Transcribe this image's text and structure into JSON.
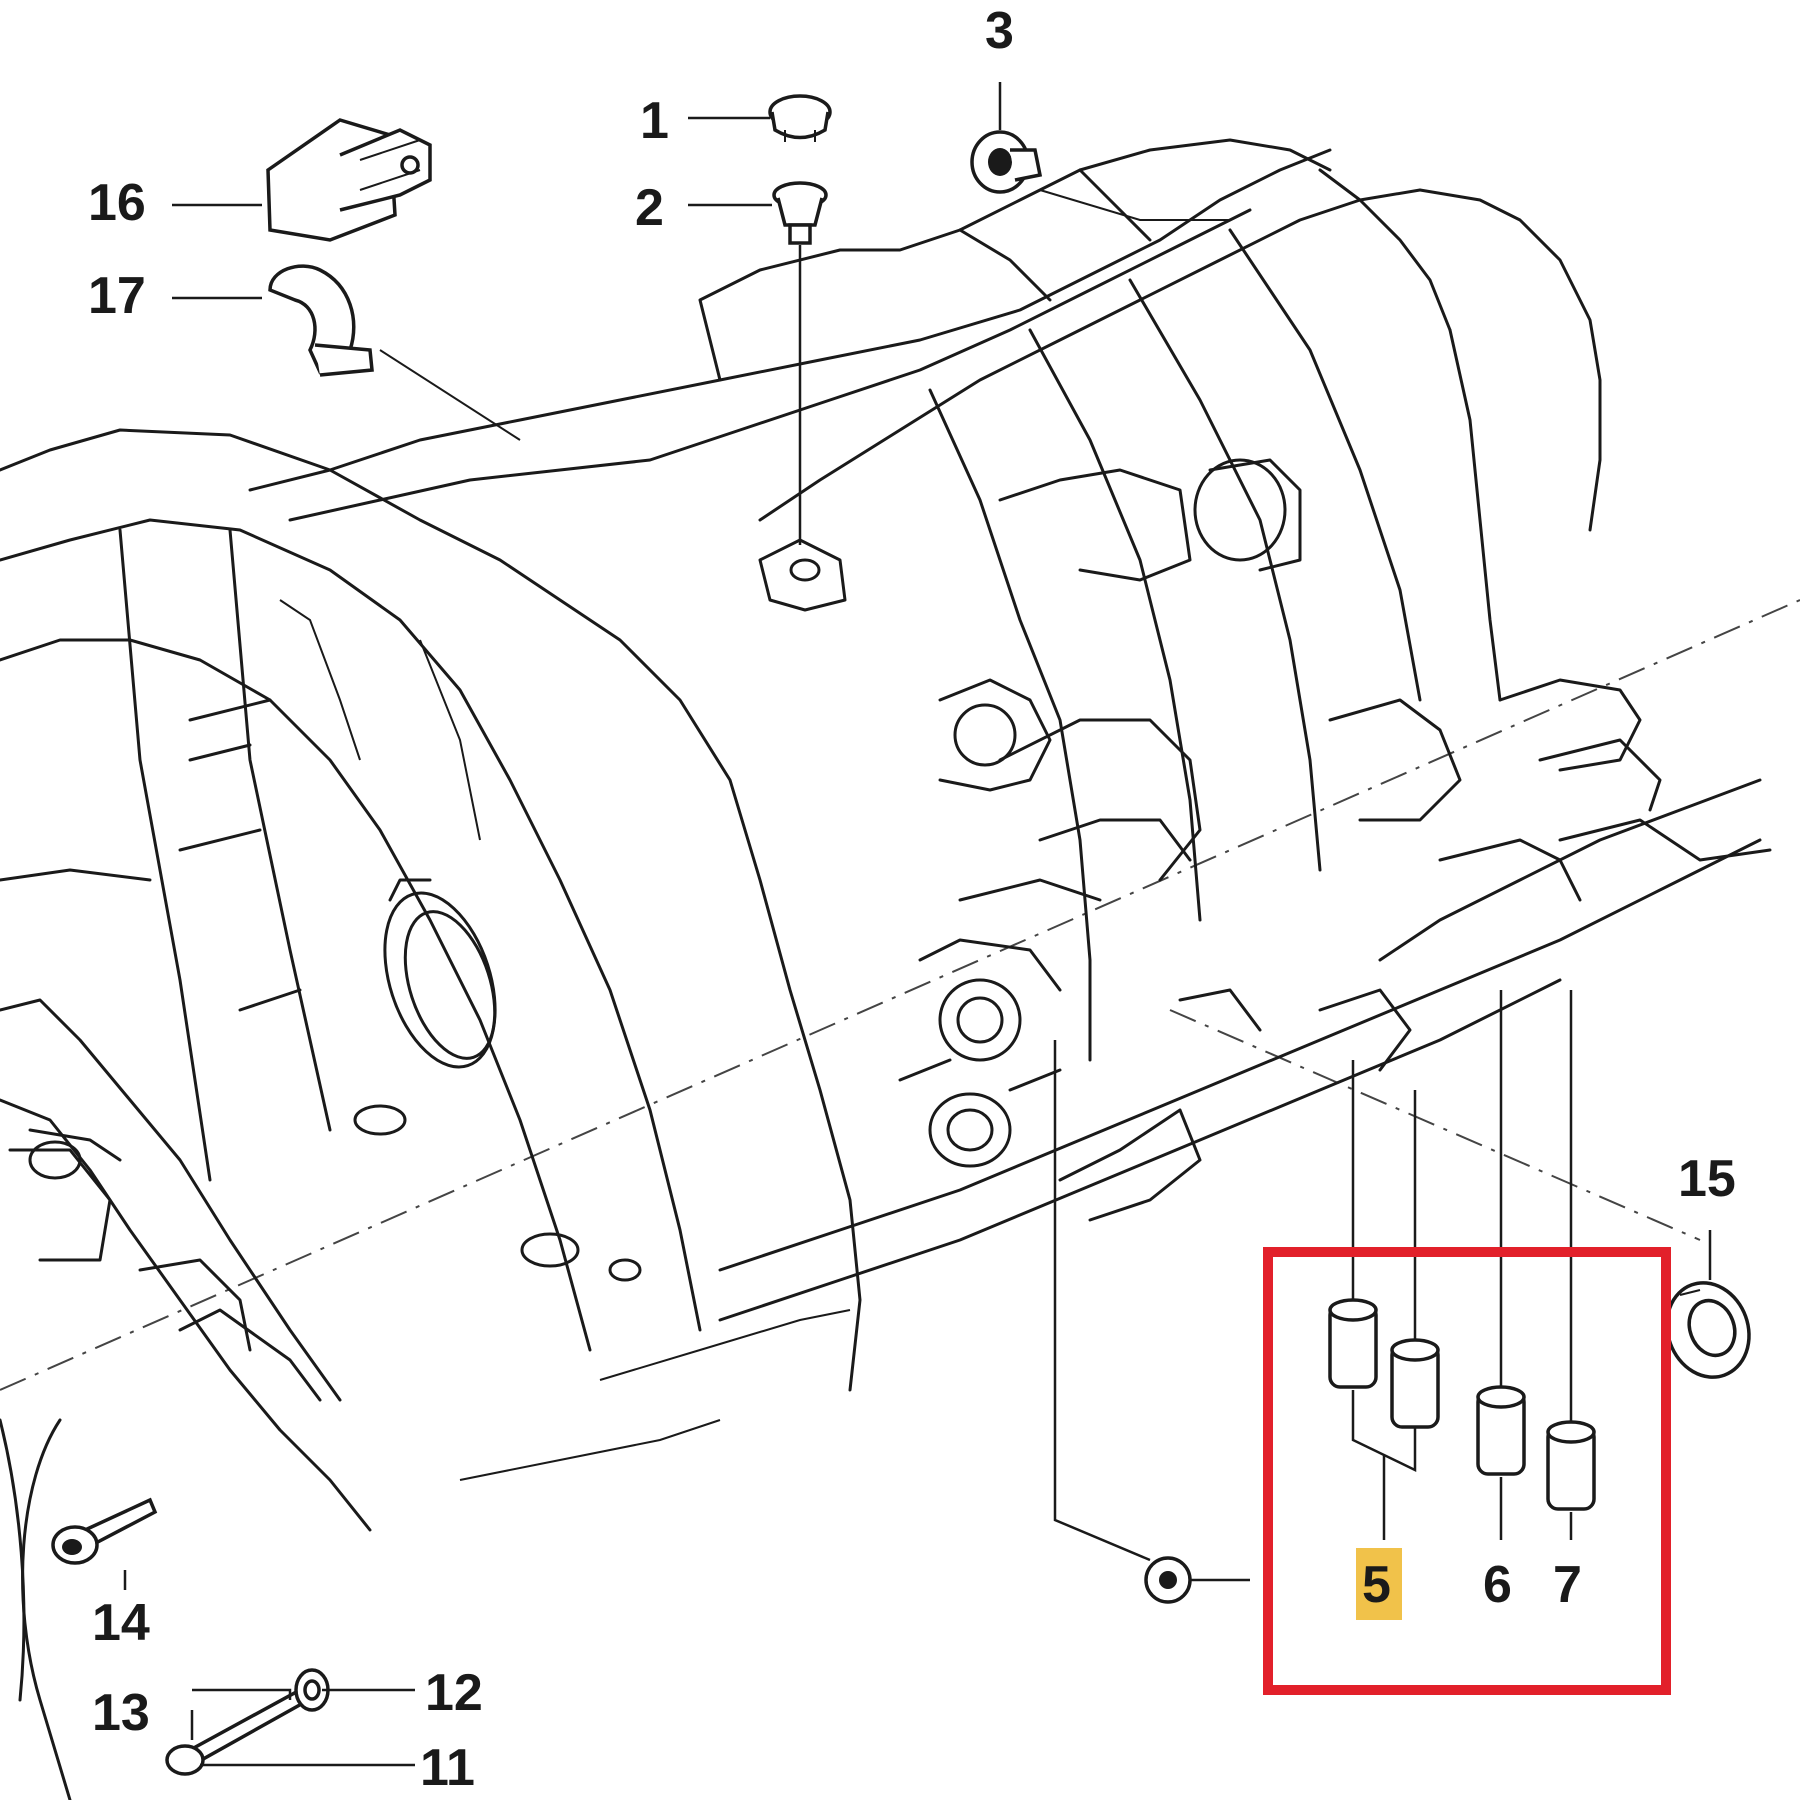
{
  "callouts": {
    "c1": "1",
    "c2": "2",
    "c3": "3",
    "c5": "5",
    "c6": "6",
    "c7": "7",
    "c11": "11",
    "c12": "12",
    "c13": "13",
    "c14": "14",
    "c15": "15",
    "c16": "16",
    "c17": "17"
  },
  "highlight": {
    "callout": "5",
    "frame_color": "#e2202a",
    "marker_color": "#f1c24a"
  }
}
